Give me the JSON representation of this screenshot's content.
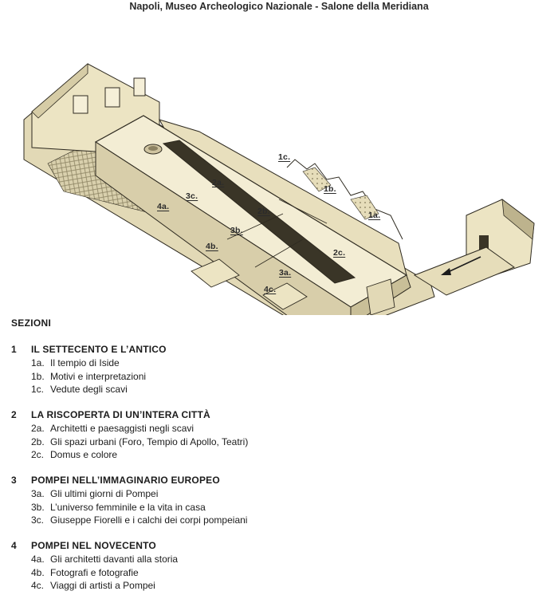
{
  "title": "Napoli, Museo Archeologico Nazionale - Salone della Meridiana",
  "plan_labels": {
    "l1a": "1a.",
    "l1b": "1b.",
    "l1c": "1c.",
    "l2a": "2a.",
    "l2b": "2b.",
    "l2c": "2c.",
    "l3a": "3a.",
    "l3b": "3b.",
    "l3c": "3c.",
    "l4a": "4a.",
    "l4b": "4b.",
    "l4c": "4c."
  },
  "colors": {
    "building": "#ece4c3",
    "roof": "#f3edd4",
    "shadow": "#bfb48e",
    "outline": "#2e2a20"
  },
  "sections_heading": "SEZIONI",
  "sections": [
    {
      "num": "1",
      "title": "IL SETTECENTO E L’ANTICO",
      "items": [
        {
          "code": "1a.",
          "text": "Il tempio di Iside"
        },
        {
          "code": "1b.",
          "text": "Motivi e interpretazioni"
        },
        {
          "code": "1c.",
          "text": "Vedute degli scavi"
        }
      ]
    },
    {
      "num": "2",
      "title": "LA RISCOPERTA DI UN’INTERA CITTÀ",
      "items": [
        {
          "code": "2a.",
          "text": "Architetti e paesaggisti negli scavi"
        },
        {
          "code": "2b.",
          "text": "Gli spazi urbani (Foro, Tempio di Apollo, Teatri)"
        },
        {
          "code": "2c.",
          "text": "Domus e colore"
        }
      ]
    },
    {
      "num": "3",
      "title": "POMPEI NELL’IMMAGINARIO EUROPEO",
      "items": [
        {
          "code": "3a.",
          "text": "Gli ultimi giorni di Pompei"
        },
        {
          "code": "3b.",
          "text": "L’universo femminile e la vita in casa"
        },
        {
          "code": "3c.",
          "text": "Giuseppe Fiorelli e i calchi dei corpi pompeiani"
        }
      ]
    },
    {
      "num": "4",
      "title": "POMPEI NEL NOVECENTO",
      "items": [
        {
          "code": "4a.",
          "text": "Gli architetti davanti alla storia"
        },
        {
          "code": "4b.",
          "text": "Fotografi e fotografie"
        },
        {
          "code": "4c.",
          "text": "Viaggi di artisti a Pompei"
        }
      ]
    }
  ]
}
